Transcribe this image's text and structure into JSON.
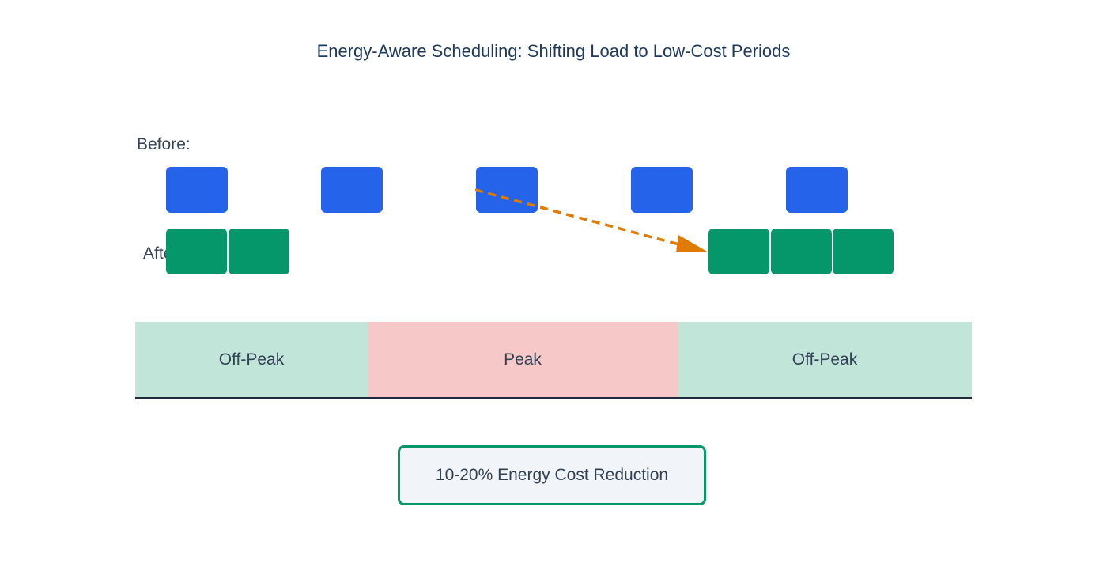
{
  "title": "Energy-Aware Scheduling: Shifting Load to Low-Cost Periods",
  "labels": {
    "before": "Before:",
    "after": "After:"
  },
  "periods": [
    {
      "label": "Off-Peak",
      "kind": "off-peak"
    },
    {
      "label": "Peak",
      "kind": "peak"
    },
    {
      "label": "Off-Peak",
      "kind": "off-peak"
    }
  ],
  "before_tasks_count": 5,
  "after_tasks": {
    "early_group": 2,
    "late_group": 3
  },
  "result": "10-20% Energy Cost Reduction",
  "colors": {
    "task_before": "#2563eb",
    "task_after": "#059669",
    "off_peak": "#c1e6d9",
    "peak": "#f6c8c8",
    "shift_arrow": "#e07b00"
  }
}
